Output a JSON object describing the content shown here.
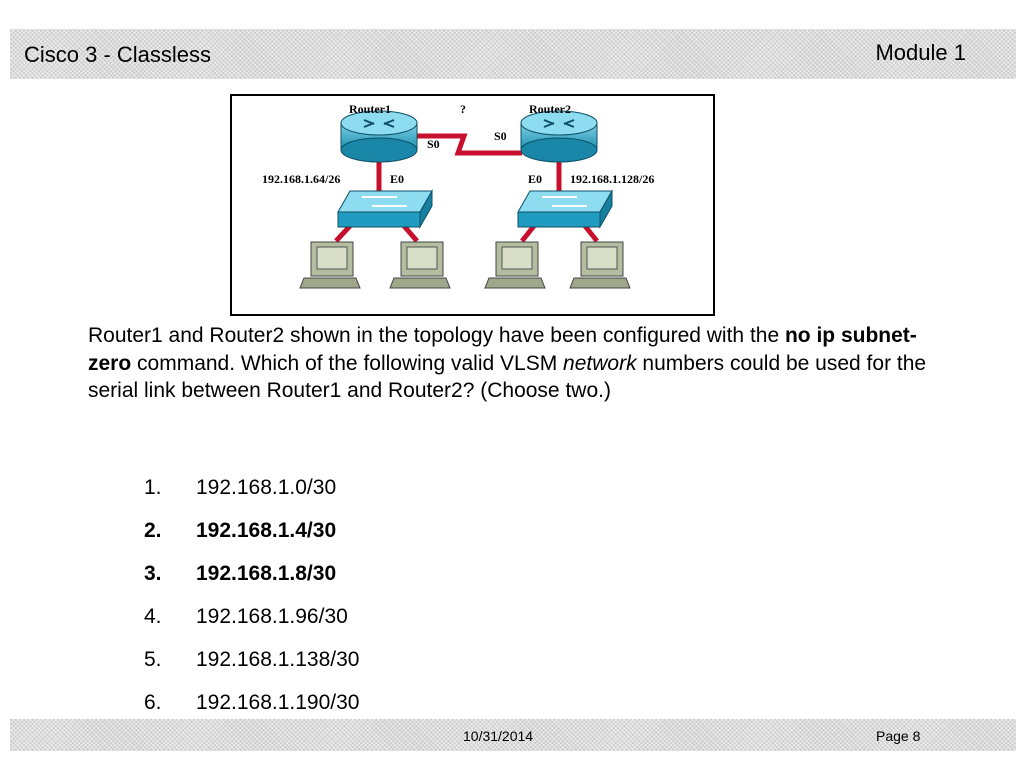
{
  "header": {
    "title": "Cisco 3 - Classless",
    "module": "Module 1"
  },
  "figure": {
    "router1": "Router1",
    "router2": "Router2",
    "link_label": "?",
    "r1_serial": "S0",
    "r2_serial": "S0",
    "r1_ethernet": "E0",
    "r2_ethernet": "E0",
    "r1_network": "192.168.1.64/26",
    "r2_network": "192.168.1.128/26",
    "colors": {
      "router": "#1d97b8",
      "switch": "#1fa3c6",
      "link": "#c8102e"
    }
  },
  "question": {
    "part1": "Router1 and Router2 shown in the topology have been configured with the ",
    "command": "no ip subnet-zero",
    "part2": " command. Which of the following valid VLSM ",
    "emphasis": "network",
    "part3": " numbers could be used for the serial link between Router1 and Router2? (Choose two.)"
  },
  "answers": [
    {
      "num": "1.",
      "text": "192.168.1.0/30",
      "correct": false
    },
    {
      "num": "2.",
      "text": "192.168.1.4/30",
      "correct": true
    },
    {
      "num": "3.",
      "text": "192.168.1.8/30",
      "correct": true
    },
    {
      "num": "4.",
      "text": "192.168.1.96/30",
      "correct": false
    },
    {
      "num": "5.",
      "text": "192.168.1.138/30",
      "correct": false
    },
    {
      "num": "6.",
      "text": "192.168.1.190/30",
      "correct": false
    }
  ],
  "footer": {
    "date": "10/31/2014",
    "page": "Page 8"
  }
}
